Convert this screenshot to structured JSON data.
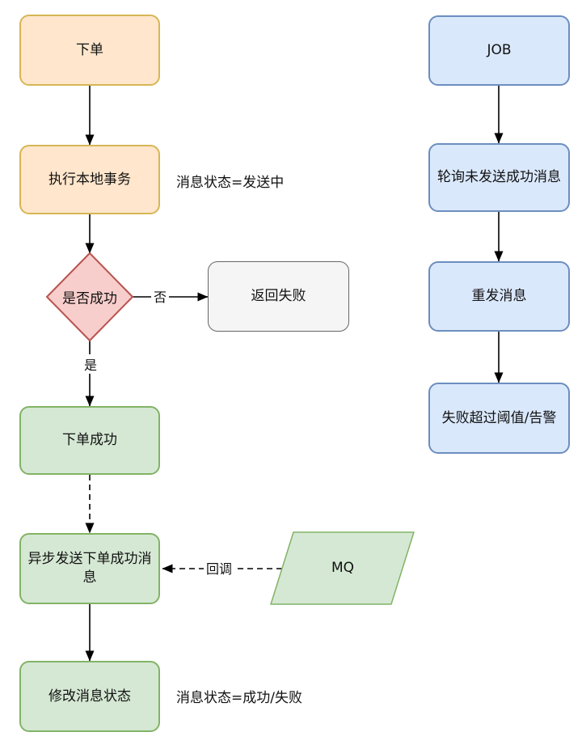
{
  "diagram": {
    "title": "transactional-message-flowchart",
    "palette": {
      "orange": {
        "fill": "#ffe6cc",
        "stroke": "#d6b656"
      },
      "red": {
        "fill": "#f8cecc",
        "stroke": "#b85450"
      },
      "green": {
        "fill": "#d5e8d4",
        "stroke": "#82b366"
      },
      "blue": {
        "fill": "#dae8fc",
        "stroke": "#6c8ebf"
      },
      "gray": {
        "fill": "#f5f5f5",
        "stroke": "#666666"
      },
      "edge": {
        "fill": "#000000",
        "stroke": "#000000"
      }
    },
    "nodes": [
      {
        "id": "place-order",
        "label": "下单",
        "shape": "rect",
        "palette": "orange"
      },
      {
        "id": "exec-local-transaction",
        "label": "执行本地事务",
        "shape": "rect",
        "palette": "orange"
      },
      {
        "id": "is-success",
        "label": "是否成功",
        "shape": "diamond",
        "palette": "red"
      },
      {
        "id": "return-failure",
        "label": "返回失败",
        "shape": "rect",
        "palette": "gray"
      },
      {
        "id": "order-success",
        "label": "下单成功",
        "shape": "rect",
        "palette": "green"
      },
      {
        "id": "async-send-message",
        "label": "异步发送下单成功消息",
        "shape": "rect",
        "palette": "green"
      },
      {
        "id": "mq",
        "label": "MQ",
        "shape": "parallelogram",
        "palette": "green"
      },
      {
        "id": "update-message-status",
        "label": "修改消息状态",
        "shape": "rect",
        "palette": "green"
      },
      {
        "id": "job",
        "label": "JOB",
        "shape": "rect",
        "palette": "blue"
      },
      {
        "id": "poll-unsent-messages",
        "label": "轮询未发送成功消息",
        "shape": "rect",
        "palette": "blue"
      },
      {
        "id": "resend-message",
        "label": "重发消息",
        "shape": "rect",
        "palette": "blue"
      },
      {
        "id": "fail-threshold-alert",
        "label": "失败超过阈值/告警",
        "shape": "rect",
        "palette": "blue"
      }
    ],
    "edge_labels": {
      "no": "否",
      "yes": "是",
      "callback": "回调"
    },
    "notes": {
      "sending": "消息状态=发送中",
      "result": "消息状态=成功/失败"
    }
  }
}
